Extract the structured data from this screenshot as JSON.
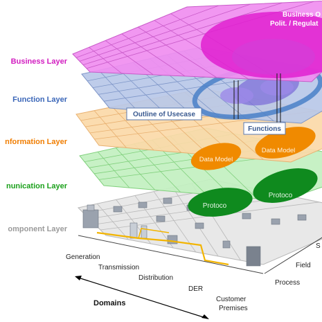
{
  "layers": [
    {
      "label": "Business Layer",
      "label_color": "#d21cc0",
      "fill": "#f08ef0",
      "stroke": "#c85ac8"
    },
    {
      "label": "Function Layer",
      "label_color": "#3a66b8",
      "fill": "#b8c8e8",
      "stroke": "#7e96c8"
    },
    {
      "label": "nformation Layer",
      "label_color": "#f07d00",
      "fill": "#fbd9a8",
      "stroke": "#e8b070"
    },
    {
      "label": "nunication Layer",
      "label_color": "#1aa01a",
      "fill": "#c2f0c0",
      "stroke": "#80d07c"
    },
    {
      "label": "omponent Layer",
      "label_color": "#9a9a9a",
      "fill": "#e6e6e6",
      "stroke": "#b8b8b8"
    }
  ],
  "annotations": {
    "business": "Business O",
    "business_sub": "Polit. / Regulat",
    "outline_usecase": "Outline of Usecase",
    "functions": "Functions",
    "data_model_1": "Data Model",
    "data_model_2": "Data Model",
    "protocol_1": "Protoco",
    "protocol_2": "Protoco"
  },
  "domains": {
    "title": "Domains",
    "items": [
      "Generation",
      "Transmission",
      "Distribution",
      "DER",
      "Customer Premises"
    ]
  },
  "zones": {
    "items": [
      "Process",
      "Field",
      "S"
    ]
  },
  "colors": {
    "business_ellipse": "#e020d0",
    "function_ellipse": "#4a80c8",
    "info_ellipse": "#f08a00",
    "comm_ellipse": "#0f8a1e"
  }
}
